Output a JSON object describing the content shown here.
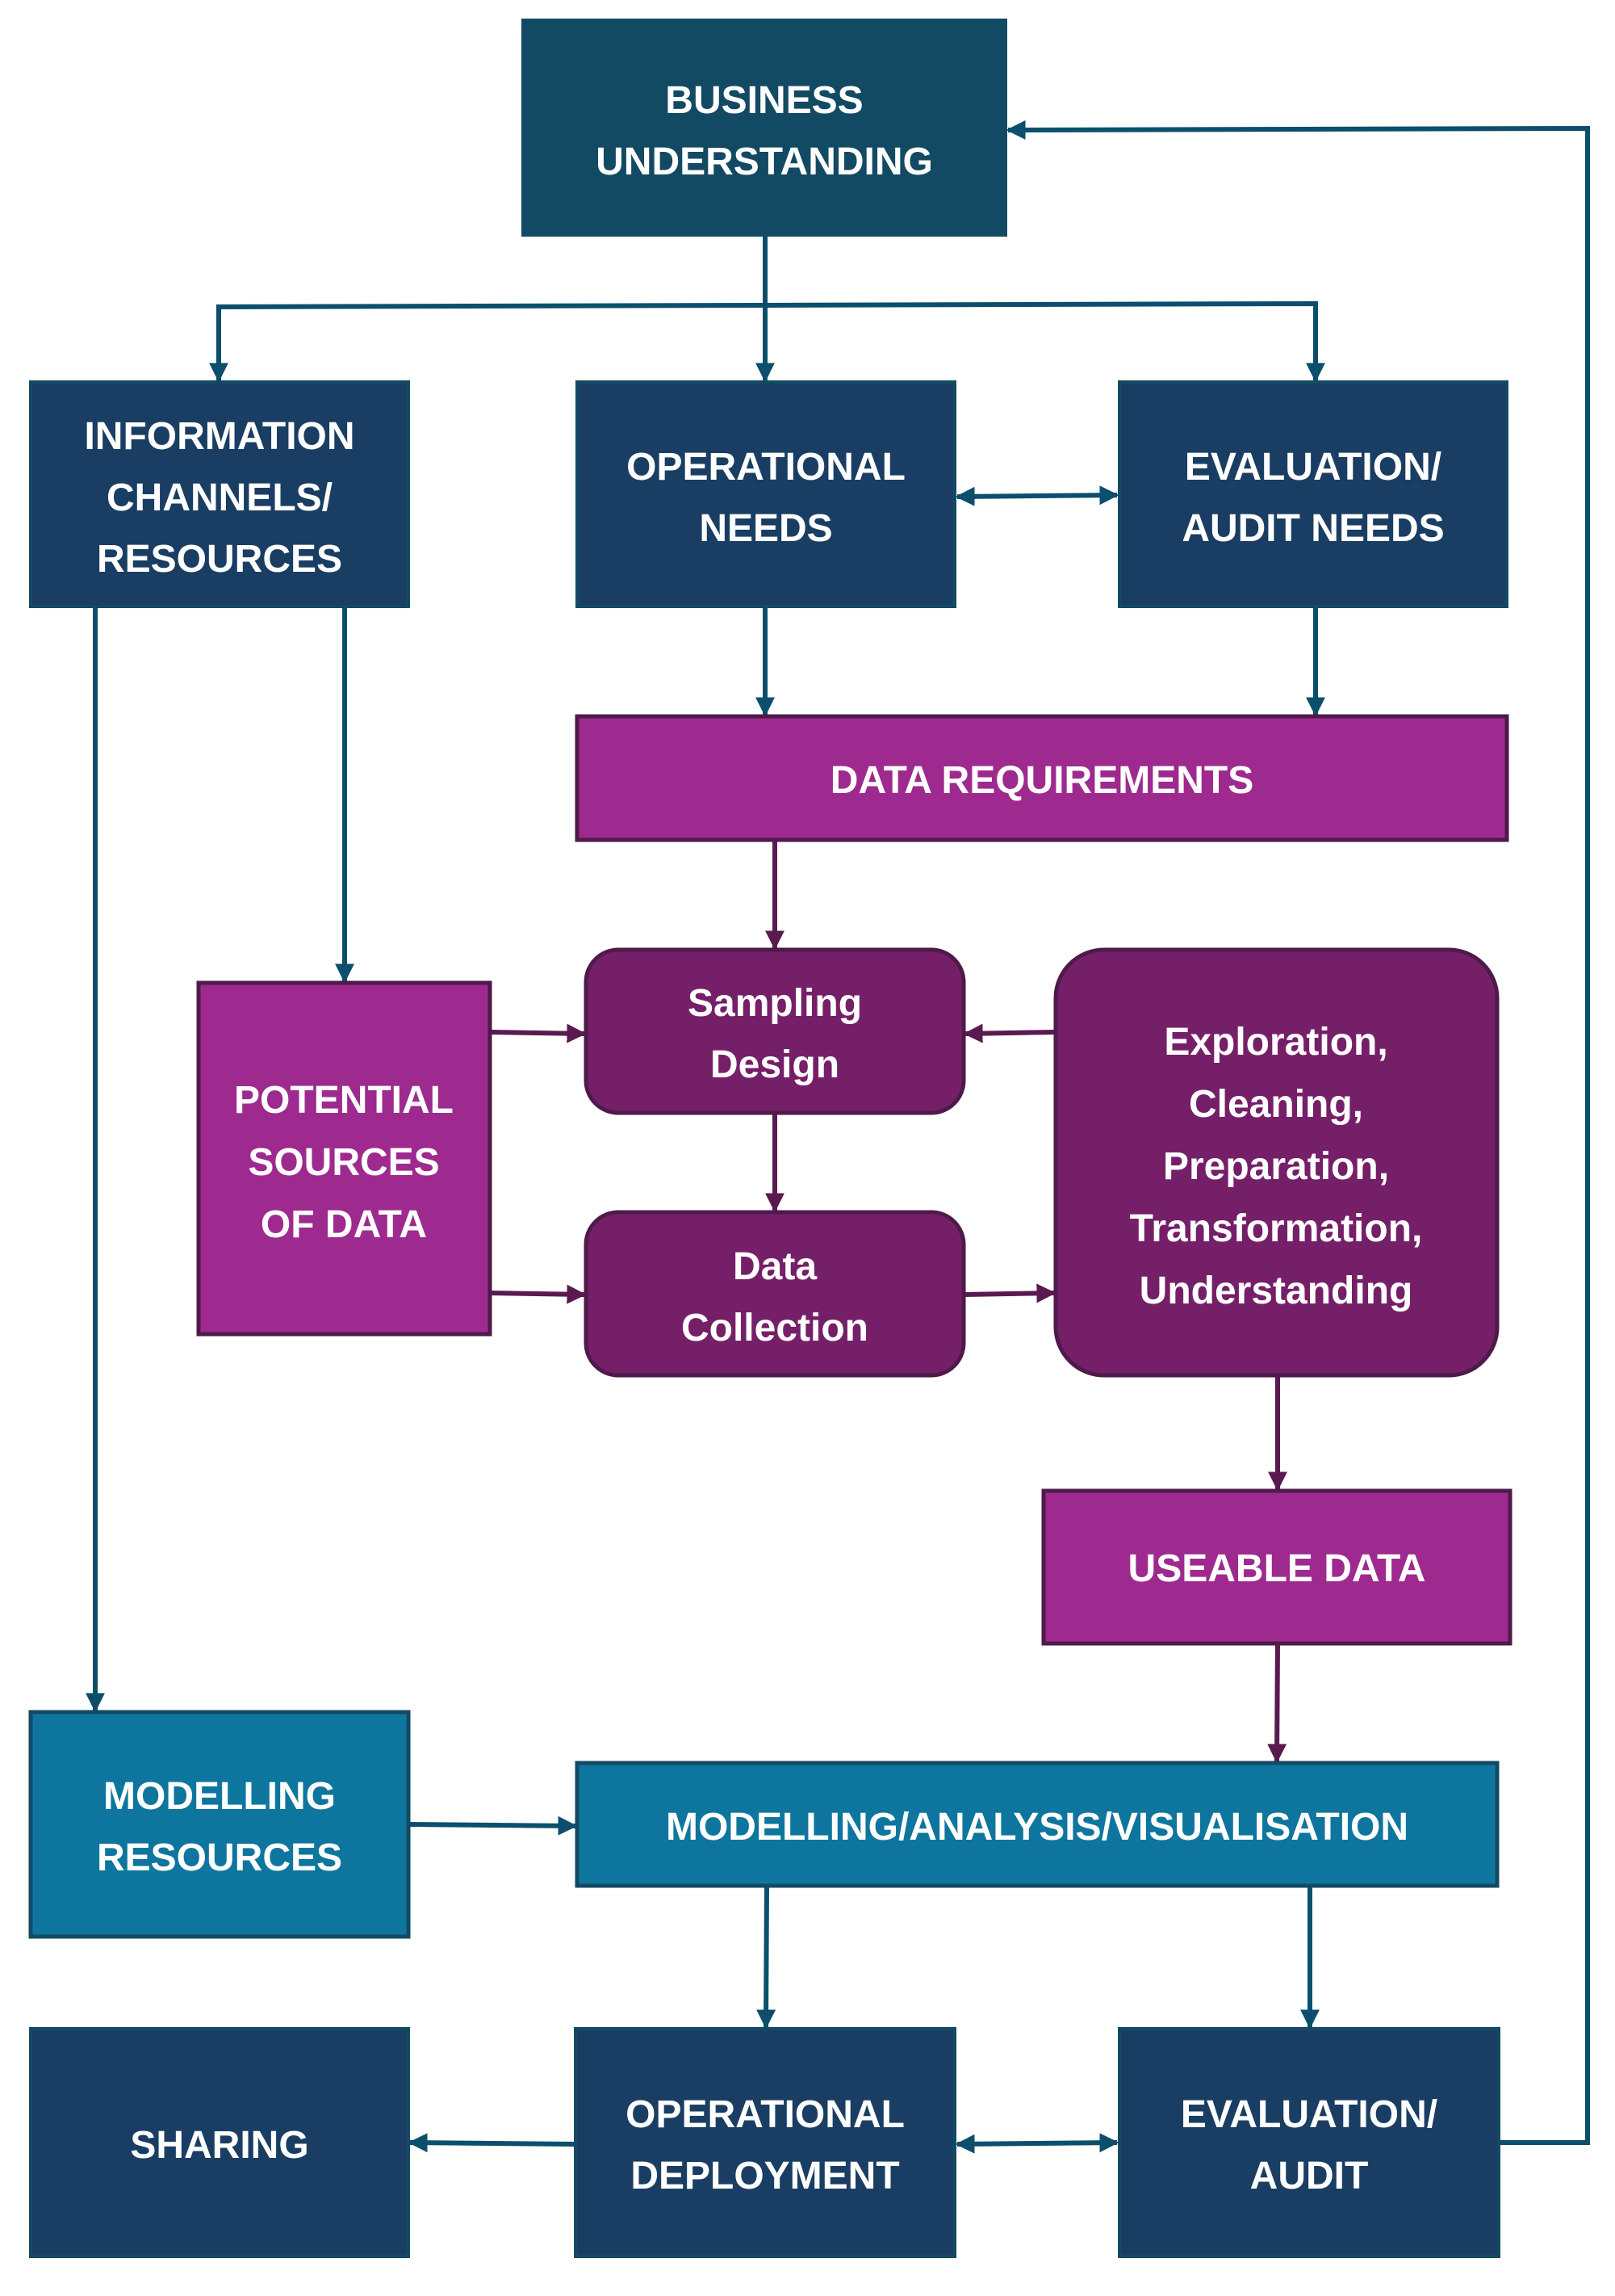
{
  "diagram": {
    "colors": {
      "navy": "#1A3E63",
      "business": "#134A63",
      "teal": "#0E769E",
      "magenta": "#9E2A8F",
      "plum": "#761F69",
      "connector_blue": "#0B4F6C",
      "connector_purple": "#5A1A50",
      "text": "#FFFFFF"
    },
    "nodes": {
      "business_understanding": {
        "lines": [
          "BUSINESS",
          "UNDERSTANDING"
        ]
      },
      "information_channels": {
        "lines": [
          "INFORMATION",
          "CHANNELS/",
          "RESOURCES"
        ]
      },
      "operational_needs": {
        "lines": [
          "OPERATIONAL",
          "NEEDS"
        ]
      },
      "evaluation_audit_needs": {
        "lines": [
          "EVALUATION/",
          "AUDIT NEEDS"
        ]
      },
      "data_requirements": {
        "lines": [
          "DATA REQUIREMENTS"
        ]
      },
      "potential_sources": {
        "lines": [
          "POTENTIAL",
          "SOURCES",
          "OF DATA"
        ]
      },
      "sampling_design": {
        "lines": [
          "Sampling",
          "Design"
        ]
      },
      "data_collection": {
        "lines": [
          "Data",
          "Collection"
        ]
      },
      "exploration": {
        "lines": [
          "Exploration,",
          "Cleaning,",
          "Preparation,",
          "Transformation,",
          "Understanding"
        ]
      },
      "useable_data": {
        "lines": [
          "USEABLE DATA"
        ]
      },
      "modelling_resources": {
        "lines": [
          "MODELLING",
          "RESOURCES"
        ]
      },
      "modelling_analysis": {
        "lines": [
          "MODELLING/ANALYSIS/VISUALISATION"
        ]
      },
      "sharing": {
        "lines": [
          "SHARING"
        ]
      },
      "operational_deployment": {
        "lines": [
          "OPERATIONAL",
          "DEPLOYMENT"
        ]
      },
      "evaluation_audit": {
        "lines": [
          "EVALUATION/",
          "AUDIT"
        ]
      }
    },
    "edges": [
      {
        "from": "business_understanding",
        "to": "information_channels"
      },
      {
        "from": "business_understanding",
        "to": "operational_needs"
      },
      {
        "from": "business_understanding",
        "to": "evaluation_audit_needs"
      },
      {
        "from": "operational_needs",
        "to": "evaluation_audit_needs",
        "bidirectional": true
      },
      {
        "from": "operational_needs",
        "to": "data_requirements"
      },
      {
        "from": "evaluation_audit_needs",
        "to": "data_requirements"
      },
      {
        "from": "information_channels",
        "to": "potential_sources"
      },
      {
        "from": "information_channels",
        "to": "modelling_resources"
      },
      {
        "from": "data_requirements",
        "to": "sampling_design"
      },
      {
        "from": "potential_sources",
        "to": "sampling_design"
      },
      {
        "from": "potential_sources",
        "to": "data_collection"
      },
      {
        "from": "exploration",
        "to": "sampling_design"
      },
      {
        "from": "sampling_design",
        "to": "data_collection"
      },
      {
        "from": "data_collection",
        "to": "exploration"
      },
      {
        "from": "exploration",
        "to": "useable_data"
      },
      {
        "from": "useable_data",
        "to": "modelling_analysis"
      },
      {
        "from": "modelling_resources",
        "to": "modelling_analysis"
      },
      {
        "from": "modelling_analysis",
        "to": "operational_deployment"
      },
      {
        "from": "modelling_analysis",
        "to": "evaluation_audit"
      },
      {
        "from": "operational_deployment",
        "to": "sharing"
      },
      {
        "from": "operational_deployment",
        "to": "evaluation_audit",
        "bidirectional": true
      },
      {
        "from": "evaluation_audit",
        "to": "business_understanding"
      }
    ]
  }
}
